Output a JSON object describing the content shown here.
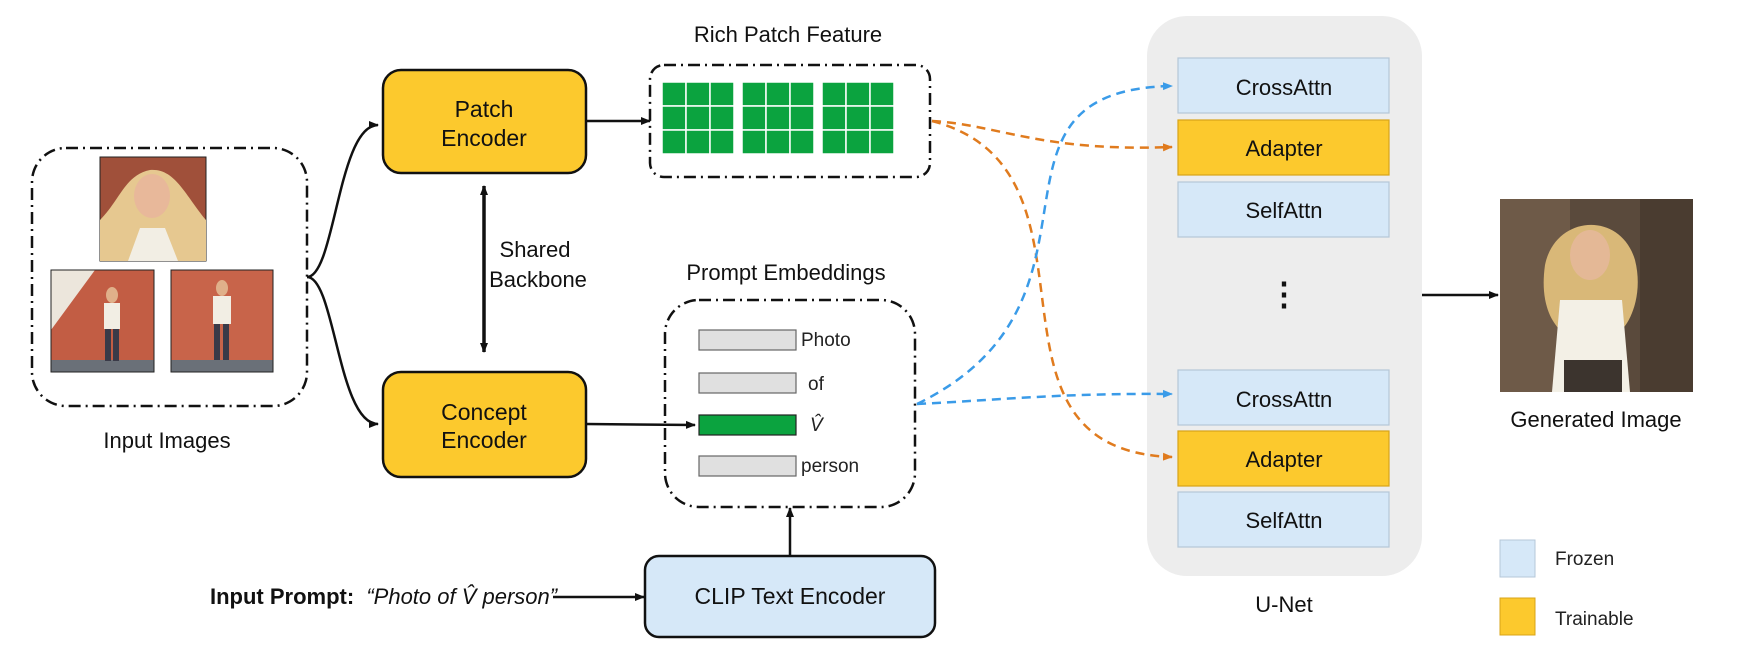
{
  "colors": {
    "trainable": "#fcc92d",
    "frozen": "#d6e8f8",
    "token_green": "#0ba33f",
    "token_gray": "#e0e0e0",
    "arrow_blue": "#3a9be8",
    "arrow_orange": "#e07b1e",
    "unet_bg": "#ededed"
  },
  "input_images": {
    "label": "Input Images"
  },
  "patch_encoder": {
    "line1": "Patch",
    "line2": "Encoder"
  },
  "concept_encoder": {
    "line1": "Concept",
    "line2": "Encoder"
  },
  "shared_backbone": {
    "line1": "Shared",
    "line2": "Backbone"
  },
  "rich_patch": {
    "label": "Rich Patch Feature"
  },
  "prompt_embeddings": {
    "label": "Prompt Embeddings",
    "tokens": [
      "Photo",
      "of",
      "V̂",
      "person"
    ]
  },
  "clip": {
    "label": "CLIP Text Encoder"
  },
  "input_prompt": {
    "label": "Input Prompt:",
    "text": "“Photo of V̂  person”"
  },
  "unet": {
    "label": "U-Net",
    "blocks_top": [
      "CrossAttn",
      "Adapter",
      "SelfAttn"
    ],
    "ellipsis": "⋮",
    "blocks_bottom": [
      "CrossAttn",
      "Adapter",
      "SelfAttn"
    ]
  },
  "generated": {
    "label": "Generated Image"
  },
  "legend": {
    "frozen": "Frozen",
    "trainable": "Trainable"
  }
}
